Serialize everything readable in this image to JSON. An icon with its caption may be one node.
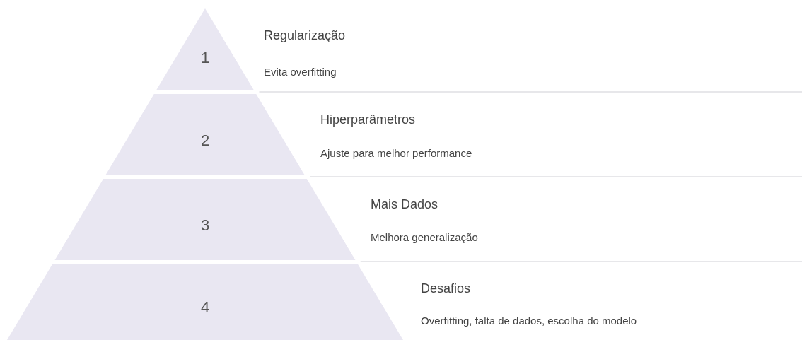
{
  "diagram": {
    "nodes": [
      {
        "text": [
          "1",
          "Regularização",
          "Evita overfitting"
        ]
      },
      {
        "text": [
          "2",
          "Hiperparâmetros",
          "Ajuste para melhor performance"
        ]
      },
      {
        "text": [
          "3",
          "Mais Dados",
          "Melhora generalização"
        ]
      },
      {
        "text": [
          "4",
          "Desafios",
          "Overfitting, falta de dados, escolha do modelo"
        ]
      }
    ]
  }
}
